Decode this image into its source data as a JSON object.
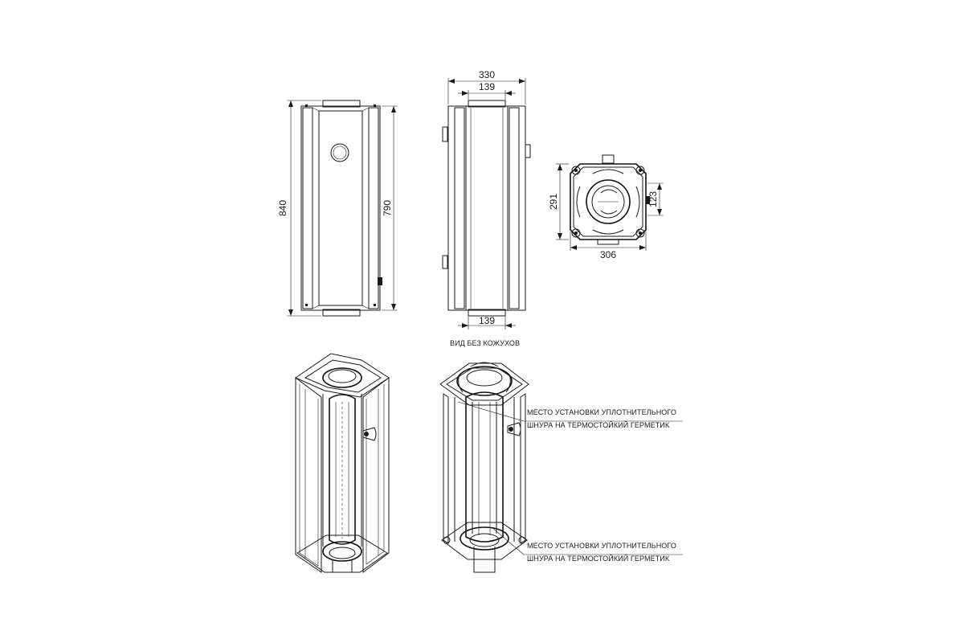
{
  "dimensions": {
    "front_total_height": "840",
    "front_body_height": "790",
    "side_total_width": "330",
    "side_pipe_top": "139",
    "side_pipe_bottom": "139",
    "top_view_height": "291",
    "top_view_width": "306",
    "top_view_offset": "123"
  },
  "labels": {
    "view_without_casing": "ВИД БЕЗ КОЖУХОВ",
    "seal_note_upper_line1": "МЕСТО УСТАНОВКИ УПЛОТНИТЕЛЬНОГО",
    "seal_note_upper_line2": "ШНУРА НА ТЕРМОСТОЙКИЙ ГЕРМЕТИК",
    "seal_note_lower_line1": "МЕСТО УСТАНОВКИ УПЛОТНИТЕЛЬНОГО",
    "seal_note_lower_line2": "ШНУРА НА ТЕРМОСТОЙКИЙ ГЕРМЕТИК"
  }
}
